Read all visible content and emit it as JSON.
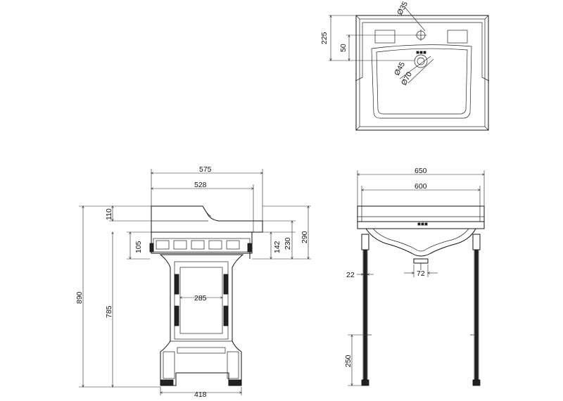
{
  "dimensions": {
    "top_view": {
      "d35": "Ø35",
      "d45": "Ø45",
      "d70": "Ø70",
      "h225": "225",
      "h50": "50"
    },
    "side_view": {
      "w575": "575",
      "w528": "528",
      "h110": "110",
      "h105": "105",
      "h142": "142",
      "h230": "230",
      "h290": "290",
      "h890": "890",
      "h785": "785",
      "w285": "285",
      "w418": "418"
    },
    "front_view": {
      "w650": "650",
      "w600": "600",
      "w22": "22",
      "w72": "72",
      "h250": "250"
    }
  }
}
